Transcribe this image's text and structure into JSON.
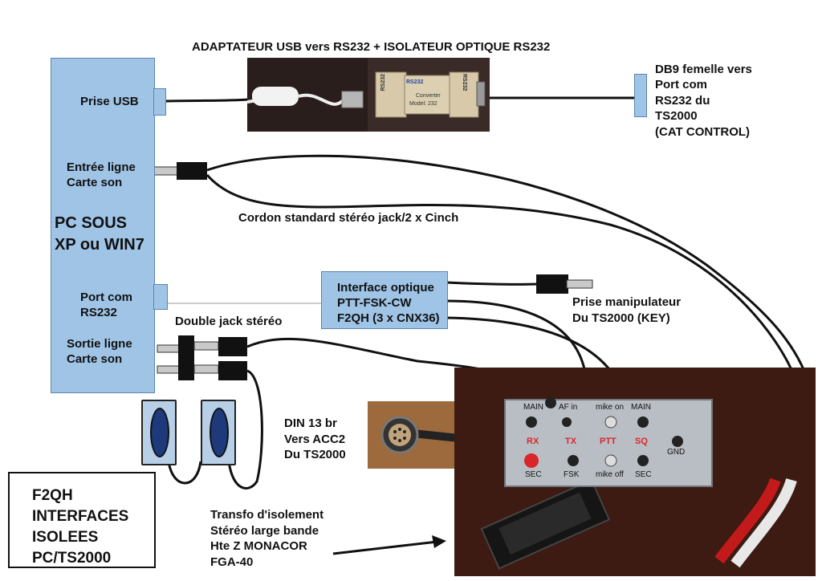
{
  "labels": {
    "title": "ADAPTATEUR USB vers RS232 + ISOLATEUR OPTIQUE RS232",
    "prise_usb": "Prise USB",
    "entree_ligne": [
      "Entrée ligne",
      "Carte son"
    ],
    "pc": [
      "PC SOUS",
      "XP ou WIN7"
    ],
    "port_com": [
      "Port com",
      "RS232"
    ],
    "sortie_ligne": [
      "Sortie ligne",
      "Carte son"
    ],
    "db9": [
      "DB9 femelle vers",
      "Port com",
      "RS232 du",
      "TS2000",
      "(CAT CONTROL)"
    ],
    "cordon": "Cordon standard stéréo jack/2 x Cinch",
    "interface": [
      "Interface optique",
      "PTT-FSK-CW",
      "F2QH (3 x CNX36)"
    ],
    "prise_manip": [
      "Prise manipulateur",
      "Du TS2000 (KEY)"
    ],
    "double_jack": "Double jack stéréo",
    "din": [
      "DIN 13 br",
      "Vers ACC2",
      "Du TS2000"
    ],
    "f2qh_box": [
      "F2QH",
      "INTERFACES",
      "ISOLEES",
      "PC/TS2000"
    ],
    "transfo": [
      "Transfo d'isolement",
      "Stéréo large bande",
      "Hte Z MONACOR",
      "FGA-40"
    ]
  },
  "photo_converter": {
    "rs232_left": "RS232",
    "rs232_mid": "RS232",
    "rs232_right": "RS232",
    "converter": "Converter",
    "model": "Model: 232"
  },
  "panel": {
    "top_labels": [
      "MAIN",
      "AF in",
      "mike on",
      "MAIN"
    ],
    "mid_labels": [
      "RX",
      "TX",
      "PTT",
      "SQ"
    ],
    "bottom_labels": [
      "SEC",
      "FSK",
      "mike off",
      "SEC"
    ],
    "gnd": "GND"
  },
  "colors": {
    "box_fill": "#9fc4e6",
    "box_border": "#5d84ad",
    "panel_red": "#d9262b",
    "cable": "#111111"
  }
}
